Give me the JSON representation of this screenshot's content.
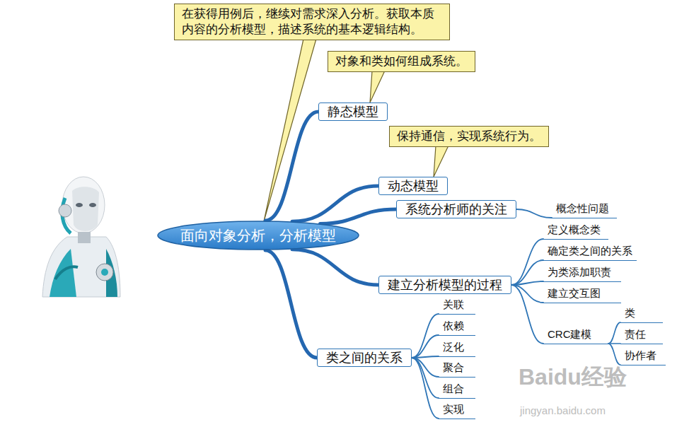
{
  "diagram": {
    "nodes": [
      {
        "text": [
          "面向对象分析，分析模型"
        ]
      },
      {
        "text": [
          "在获得用例后，继续对需求深入分析。获取本质内容的分析模型，描述系统的基本逻辑结构。"
        ]
      },
      {
        "text": [
          "对象和类如何组成系统。"
        ]
      },
      {
        "text": [
          "静态模型"
        ]
      },
      {
        "text": [
          "保持通信，实现系统行为。"
        ]
      },
      {
        "text": [
          "动态模型"
        ]
      },
      {
        "text": [
          "系统分析师的关注"
        ]
      },
      {
        "text": [
          "概念性问题"
        ]
      },
      {
        "text": [
          "建立分析模型的过程"
        ]
      },
      {
        "text": [
          "定义概念类"
        ]
      },
      {
        "text": [
          "确定类之间的关系"
        ]
      },
      {
        "text": [
          "为类添加职责"
        ]
      },
      {
        "text": [
          "建立交互图"
        ]
      },
      {
        "text": [
          "CRC建模"
        ]
      },
      {
        "text": [
          "类"
        ]
      },
      {
        "text": [
          "责任"
        ]
      },
      {
        "text": [
          "协作者"
        ]
      },
      {
        "text": [
          "类之间的关系"
        ]
      },
      {
        "text": [
          "关联"
        ]
      },
      {
        "text": [
          "依赖"
        ]
      },
      {
        "text": [
          "泛化"
        ]
      },
      {
        "text": [
          "聚合"
        ]
      },
      {
        "text": [
          "组合"
        ]
      },
      {
        "text": [
          "实现"
        ]
      }
    ],
    "edges": [
      {
        "from": 1,
        "to": 0,
        "arrow": "none"
      },
      {
        "from": 2,
        "to": 3,
        "arrow": "none"
      },
      {
        "from": 4,
        "to": 5,
        "arrow": "none"
      },
      {
        "from": 0,
        "to": 3,
        "arrow": "none"
      },
      {
        "from": 0,
        "to": 5,
        "arrow": "none"
      },
      {
        "from": 0,
        "to": 6,
        "arrow": "none"
      },
      {
        "from": 0,
        "to": 8,
        "arrow": "none"
      },
      {
        "from": 0,
        "to": 17,
        "arrow": "none"
      },
      {
        "from": 6,
        "to": 7,
        "arrow": "none"
      },
      {
        "from": 8,
        "to": 9,
        "arrow": "none"
      },
      {
        "from": 8,
        "to": 10,
        "arrow": "none"
      },
      {
        "from": 8,
        "to": 11,
        "arrow": "none"
      },
      {
        "from": 8,
        "to": 12,
        "arrow": "none"
      },
      {
        "from": 8,
        "to": 13,
        "arrow": "none"
      },
      {
        "from": 13,
        "to": 14,
        "arrow": "none"
      },
      {
        "from": 13,
        "to": 15,
        "arrow": "none"
      },
      {
        "from": 13,
        "to": 16,
        "arrow": "none"
      },
      {
        "from": 17,
        "to": 18,
        "arrow": "none"
      },
      {
        "from": 17,
        "to": 19,
        "arrow": "none"
      },
      {
        "from": 17,
        "to": 20,
        "arrow": "none"
      },
      {
        "from": 17,
        "to": 21,
        "arrow": "none"
      },
      {
        "from": 17,
        "to": 22,
        "arrow": "none"
      },
      {
        "from": 17,
        "to": 23,
        "arrow": "none"
      }
    ],
    "labels": [
      "Baidu经验",
      "jingyan.baidu.com"
    ]
  }
}
